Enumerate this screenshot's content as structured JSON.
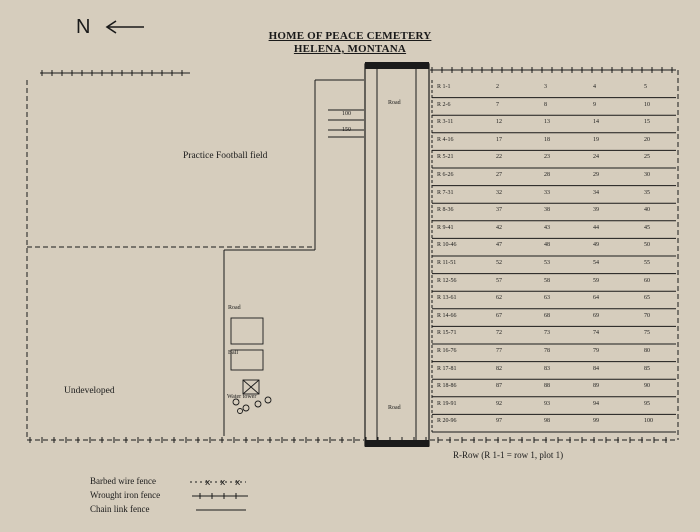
{
  "header": {
    "title_line1": "HOME OF PEACE CEMETERY",
    "title_line2": "HELENA, MONTANA",
    "north_label": "N"
  },
  "labels": {
    "practice_field": "Practice Football field",
    "undeveloped": "Undeveloped",
    "road_top": "Road",
    "road_bottom": "Road",
    "left_road": "Road",
    "left_ball": "Ball",
    "water_tower": "Water tower",
    "marker_100": "100",
    "marker_150": "150"
  },
  "rows": [
    {
      "label": "R 1-1",
      "plots": [
        "2",
        "3",
        "4",
        "5"
      ]
    },
    {
      "label": "R 2-6",
      "plots": [
        "7",
        "8",
        "9",
        "10"
      ]
    },
    {
      "label": "R 3-11",
      "plots": [
        "12",
        "13",
        "14",
        "15"
      ]
    },
    {
      "label": "R 4-16",
      "plots": [
        "17",
        "18",
        "19",
        "20"
      ]
    },
    {
      "label": "R 5-21",
      "plots": [
        "22",
        "23",
        "24",
        "25"
      ]
    },
    {
      "label": "R 6-26",
      "plots": [
        "27",
        "28",
        "29",
        "30"
      ]
    },
    {
      "label": "R 7-31",
      "plots": [
        "32",
        "33",
        "34",
        "35"
      ]
    },
    {
      "label": "R 8-36",
      "plots": [
        "37",
        "38",
        "39",
        "40"
      ]
    },
    {
      "label": "R 9-41",
      "plots": [
        "42",
        "43",
        "44",
        "45"
      ]
    },
    {
      "label": "R 10-46",
      "plots": [
        "47",
        "48",
        "49",
        "50"
      ]
    },
    {
      "label": "R 11-51",
      "plots": [
        "52",
        "53",
        "54",
        "55"
      ]
    },
    {
      "label": "R 12-56",
      "plots": [
        "57",
        "58",
        "59",
        "60"
      ]
    },
    {
      "label": "R 13-61",
      "plots": [
        "62",
        "63",
        "64",
        "65"
      ]
    },
    {
      "label": "R 14-66",
      "plots": [
        "67",
        "68",
        "69",
        "70"
      ]
    },
    {
      "label": "R 15-71",
      "plots": [
        "72",
        "73",
        "74",
        "75"
      ]
    },
    {
      "label": "R 16-76",
      "plots": [
        "77",
        "78",
        "79",
        "80"
      ]
    },
    {
      "label": "R 17-81",
      "plots": [
        "82",
        "83",
        "84",
        "85"
      ]
    },
    {
      "label": "R 18-86",
      "plots": [
        "87",
        "88",
        "89",
        "90"
      ]
    },
    {
      "label": "R 19-91",
      "plots": [
        "92",
        "93",
        "94",
        "95"
      ]
    },
    {
      "label": "R 20-96",
      "plots": [
        "97",
        "98",
        "99",
        "100"
      ]
    }
  ],
  "row_note": "R-Row (R 1-1 = row 1, plot 1)",
  "legend": [
    {
      "label": "Barbed wire fence",
      "style": "barbed"
    },
    {
      "label": "Wrought iron fence",
      "style": "wrought"
    },
    {
      "label": "Chain link fence",
      "style": "chain"
    }
  ],
  "colors": {
    "paper": "#d6cdbd",
    "ink": "#1a1a1a"
  }
}
